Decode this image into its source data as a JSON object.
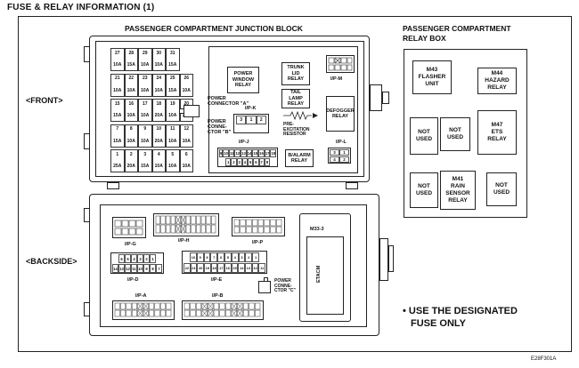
{
  "title": "FUSE & RELAY INFORMATION (1)",
  "junction_block": {
    "header": "PASSENGER COMPARTMENT JUNCTION BLOCK",
    "front_label": "FRONT",
    "backside_label": "BACKSIDE",
    "fuse_rows": [
      [
        [
          "27",
          "10A"
        ],
        [
          "28",
          "15A"
        ],
        [
          "29",
          "10A"
        ],
        [
          "30",
          "10A"
        ],
        [
          "31",
          "15A"
        ]
      ],
      [
        [
          "21",
          "10A"
        ],
        [
          "22",
          "10A"
        ],
        [
          "23",
          "10A"
        ],
        [
          "24",
          "10A"
        ],
        [
          "25",
          "15A"
        ],
        [
          "26",
          "10A"
        ]
      ],
      [
        [
          "15",
          "15A"
        ],
        [
          "16",
          "10A"
        ],
        [
          "17",
          "10A"
        ],
        [
          "18",
          "20A"
        ],
        [
          "19",
          "10A"
        ],
        [
          "20",
          "10A"
        ]
      ],
      [
        [
          "7",
          "15A"
        ],
        [
          "8",
          "10A"
        ],
        [
          "9",
          "10A"
        ],
        [
          "10",
          "20A"
        ],
        [
          "11",
          "10A"
        ],
        [
          "12",
          "10A"
        ]
      ],
      [
        [
          "1",
          "25A"
        ],
        [
          "2",
          "20A"
        ],
        [
          "3",
          "15A"
        ],
        [
          "4",
          "10A"
        ],
        [
          "5",
          "10A"
        ],
        [
          "6",
          "10A"
        ]
      ]
    ],
    "relays": {
      "power_window": "POWER\nWINDOW\nRELAY",
      "trunk_lid": "TRUNK\nLID\nRELAY",
      "tail_lamp": "TAIL\nLAMP\nRELAY",
      "defogger": "DEFOGGER\nRELAY",
      "pre_excitation": "PRE-\nEXCITATION\nRESISTOR",
      "b_alarm": "B/ALARM\nRELAY"
    },
    "connector_labels": {
      "power_connector_a": "POWER\nCONNECTOR \"A\"",
      "power_connector_b": "POWER\nCONNE-\nCTOR \"B\"",
      "power_connector_c": "POWER\nCONNE-\nCTOR \"C\"",
      "ip_k": "I/P-K",
      "ip_m": "I/P-M",
      "ip_j": "I/P-J",
      "ip_l": "I/P-L",
      "ip_g": "I/P-G",
      "ip_h": "I/P-H",
      "ip_p": "I/P-P",
      "ip_d": "I/P-D",
      "ip_e": "I/P-E",
      "ip_a": "I/P-A",
      "ip_b": "I/P-B",
      "m33": "M33-3",
      "etacm": "ETACM"
    },
    "ip_j_pins_top": [
      "9",
      "10",
      "11",
      "12",
      "13",
      "14",
      "15",
      "16",
      "17",
      "18"
    ],
    "ip_j_pins_bottom": [
      "1",
      "2",
      "3",
      "4",
      "5",
      "6",
      "7",
      "8"
    ],
    "ip_k_pins": [
      "3",
      "1",
      "2"
    ],
    "ip_l_pins": [
      "3",
      "1",
      "4",
      "2"
    ],
    "ip_d_pins_top": [
      "6",
      "5",
      "4",
      "3",
      "2",
      "1"
    ],
    "ip_d_pins_bottom": [
      "14",
      "13",
      "12",
      "11",
      "10",
      "9",
      "8",
      "7"
    ],
    "ip_e_pins_top": [
      "10",
      "9",
      "8",
      "7",
      "6",
      "5",
      "4",
      "3",
      "2",
      "1"
    ],
    "ip_e_pins_bottom": [
      "22",
      "21",
      "20",
      "19",
      "18",
      "17",
      "16",
      "15",
      "14",
      "13",
      "12",
      "11"
    ]
  },
  "relay_box": {
    "header_line1": "PASSENGER COMPARTMENT",
    "header_line2": "RELAY BOX",
    "m43": "M43\nFLASHER\nUNIT",
    "m44": "M44\nHAZARD\nRELAY",
    "not_used": "NOT\nUSED",
    "m47": "M47\nETS\nRELAY",
    "m41": "M41\nRAIN\nSENSOR\nRELAY"
  },
  "note_line1": "• USE THE DESIGNATED",
  "note_line2": "FUSE ONLY",
  "figure_code": "E28F301A"
}
